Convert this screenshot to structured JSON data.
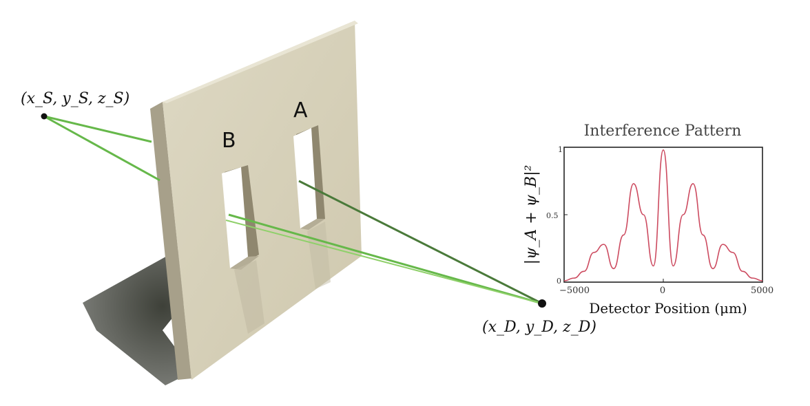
{
  "source_label": "(x_S, y_S, z_S)",
  "detector_label": "(x_D, y_D, z_D)",
  "slits": {
    "a": "A",
    "b": "B"
  },
  "colors": {
    "wall_front": "#d8d2bb",
    "wall_side": "#b3ab93",
    "ray": "#66b84a",
    "curve": "#cc4a5f"
  },
  "plot": {
    "title": "Interference Pattern",
    "xlabel": "Detector Position (μm)",
    "ylabel": "|ψ_A + ψ_B|²",
    "x_ticks": [
      "−5000",
      "0",
      "5000"
    ],
    "y_ticks": [
      "0",
      "0.5",
      "1"
    ]
  },
  "chart_data": {
    "type": "line",
    "title": "Interference Pattern",
    "xlabel": "Detector Position (μm)",
    "ylabel": "|ψ_A + ψ_B|²",
    "xlim": [
      -5000,
      5000
    ],
    "ylim": [
      0,
      1
    ],
    "series": [
      {
        "x": [
          -5000,
          -4500,
          -4000,
          -3500,
          -3000,
          -2500,
          -2000,
          -1500,
          -1000,
          -500,
          0,
          500,
          1000,
          1500,
          2000,
          2500,
          3000,
          3500,
          4000,
          4500,
          5000
        ],
        "values": [
          0.01,
          0.03,
          0.08,
          0.22,
          0.28,
          0.1,
          0.35,
          0.73,
          0.5,
          0.12,
          0.98,
          0.12,
          0.5,
          0.73,
          0.35,
          0.1,
          0.28,
          0.22,
          0.08,
          0.03,
          0.01
        ]
      }
    ]
  }
}
